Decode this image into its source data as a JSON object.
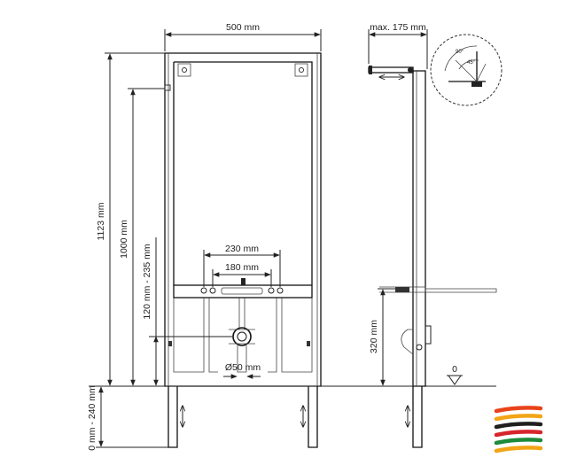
{
  "dimensions": {
    "width": "500 mm",
    "max_depth": "max. 175 mm",
    "total_height": "1123 mm",
    "height_1000": "1000 mm",
    "range_120_235": "120 mm - 235 mm",
    "range_0_240": "0 mm - 240 mm",
    "spacing_230": "230 mm",
    "spacing_180": "180 mm",
    "drain_diameter": "Ø50 mm",
    "height_320": "320 mm",
    "floor_mark": "0"
  },
  "detail": {
    "angle_a": "90°",
    "angle_b": "45°"
  },
  "logo": {
    "stripe_colors": [
      "#e8431b",
      "#f2a516",
      "#1f1f1f",
      "#d6252b",
      "#1c8b3b",
      "#f2a516"
    ]
  }
}
